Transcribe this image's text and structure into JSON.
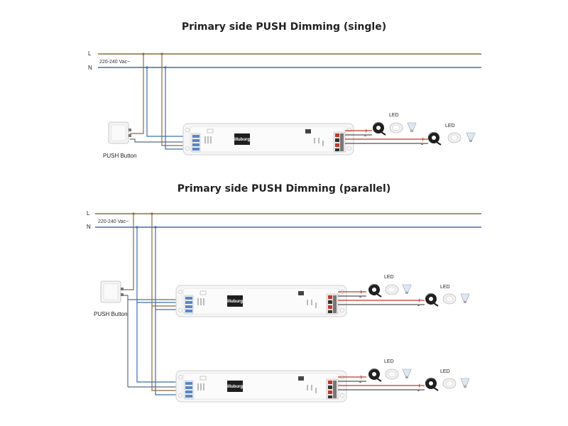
{
  "sections": [
    {
      "title": "Primary side PUSH Dimming (single)",
      "line_labels": [
        "L",
        "N"
      ],
      "voltage": "220-240 Vac~",
      "button_label": "PUSH Button",
      "driver_brand": "illuburg",
      "outputs": [
        {
          "label": "LED",
          "plus": "+",
          "minus": "-"
        },
        {
          "label": "LED",
          "plus": "+",
          "minus": "-"
        }
      ]
    },
    {
      "title": "Primary side PUSH Dimming (parallel)",
      "line_labels": [
        "L",
        "N"
      ],
      "voltage": "220-240 Vac~",
      "button_label": "PUSH Button",
      "drivers": [
        {
          "driver_brand": "illuburg",
          "outputs": [
            {
              "label": "LED",
              "plus": "+",
              "minus": "-"
            },
            {
              "label": "LED",
              "plus": "+",
              "minus": "-"
            }
          ]
        },
        {
          "driver_brand": "illuburg",
          "outputs": [
            {
              "label": "LED",
              "plus": "+",
              "minus": "-"
            },
            {
              "label": "LED",
              "plus": "+",
              "minus": "-"
            }
          ]
        }
      ]
    }
  ],
  "colors": {
    "live": "#8b6b3d",
    "neutral": "#3b6fb5",
    "control_wire": "#5a6e80",
    "positive": "#c0392b",
    "negative": "#555555",
    "driver_body": "#f4f4f4"
  }
}
